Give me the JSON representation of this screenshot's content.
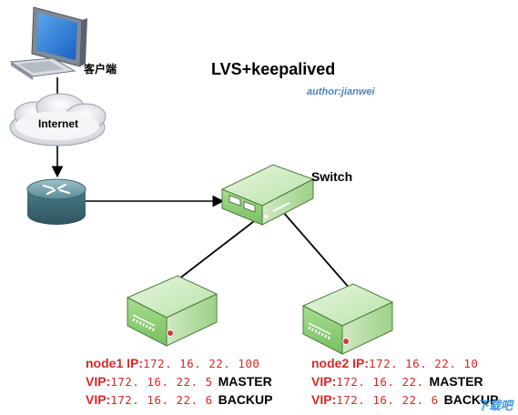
{
  "title": "LVS+keepalived",
  "author": "author:jianwei",
  "client": {
    "label": "客户端",
    "icon": "desktop-computer-icon"
  },
  "internet": {
    "label": "Internet",
    "icon": "cloud-icon"
  },
  "router": {
    "icon": "router-icon"
  },
  "switch": {
    "label": "Switch",
    "icon": "network-switch-icon"
  },
  "nodes": [
    {
      "name_key": "node1 IP:",
      "name_ip": "172. 16. 22. 100",
      "vip1_key": "VIP:",
      "vip1_ip": "172. 16. 22. 5",
      "vip1_role": "MASTER",
      "vip2_key": "VIP:",
      "vip2_ip": "172. 16. 22. 6",
      "vip2_role": "BACKUP",
      "icon": "server-icon"
    },
    {
      "name_key": "node2  IP:",
      "name_ip": "172. 16. 22. 10",
      "vip1_key": "VIP:",
      "vip1_ip": "172. 16. 22.",
      "vip1_role": "MASTER",
      "vip2_key": "VIP:",
      "vip2_ip": "172. 16. 22. 6",
      "vip2_role": "BACKUP",
      "icon": "server-icon"
    }
  ],
  "watermark": "下载吧",
  "colors": {
    "label_red": "#d62a2a",
    "author_blue": "#4f7fc3",
    "device_green": "#8fd07a",
    "router_teal": "#5a8a96"
  }
}
